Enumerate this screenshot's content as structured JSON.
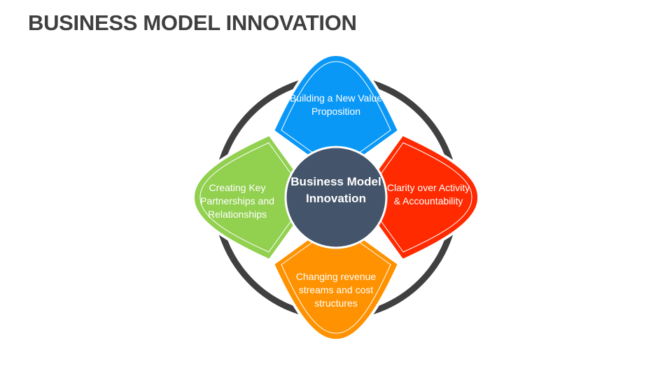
{
  "title": "BUSINESS MODEL INNOVATION",
  "center": {
    "label": "Business Model Innovation",
    "color": "#44546a"
  },
  "ring_color": "#404040",
  "petals": [
    {
      "id": "top",
      "label": "Building a New Value Proposition",
      "color": "#0a98f7"
    },
    {
      "id": "right",
      "label": "Clarity over Activity & Accountability",
      "color": "#ff2a00"
    },
    {
      "id": "bottom",
      "label": "Changing revenue streams and cost structures",
      "color": "#ff9200"
    },
    {
      "id": "left",
      "label": "Creating Key Partnerships and Relationships",
      "color": "#92d050"
    }
  ]
}
